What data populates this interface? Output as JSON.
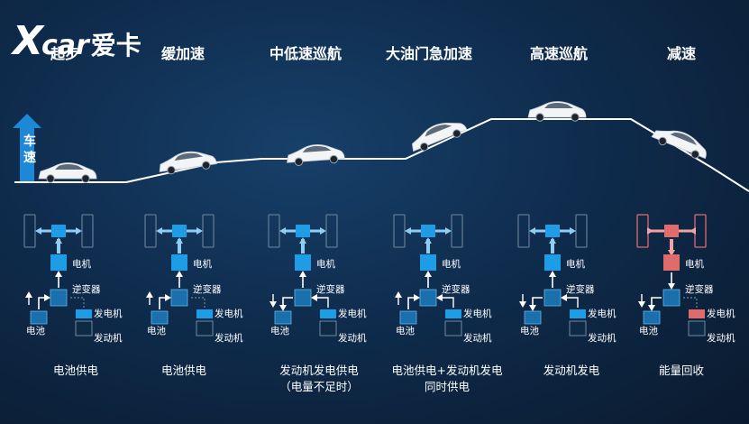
{
  "brand": {
    "logo_x": "X",
    "logo_car": "car",
    "logo_cn": "爱卡"
  },
  "speed_axis_label": "车速",
  "phases": [
    {
      "title": "起步",
      "caption_1": "电池供电",
      "caption_2": "",
      "mode": "battery"
    },
    {
      "title": "缓加速",
      "caption_1": "电池供电",
      "caption_2": "",
      "mode": "battery"
    },
    {
      "title": "中低速巡航",
      "caption_1": "发动机发电供电",
      "caption_2": "（电量不足时）",
      "mode": "generator-charge"
    },
    {
      "title": "大油门急加速",
      "caption_1": "电池供电+发动机发电",
      "caption_2": "同时供电",
      "mode": "combined"
    },
    {
      "title": "高速巡航",
      "caption_1": "发动机发电",
      "caption_2": "",
      "mode": "generator"
    },
    {
      "title": "减速",
      "caption_1": "能量回收",
      "caption_2": "",
      "mode": "regen"
    }
  ],
  "component_labels": {
    "motor": "电机",
    "inverter": "逆变器",
    "generator": "发电机",
    "battery": "电池",
    "engine": "发动机"
  },
  "colors": {
    "accent_blue": "#1e9ce6",
    "regen_red": "#e06b6b",
    "background": "#0f2c4d"
  }
}
